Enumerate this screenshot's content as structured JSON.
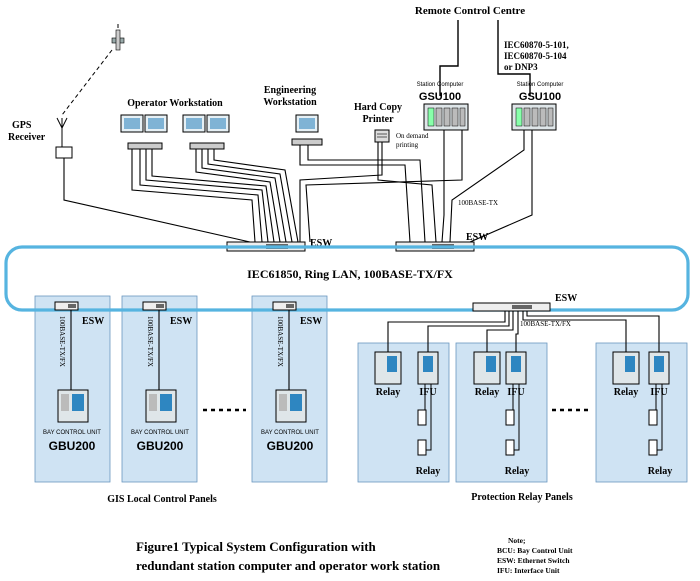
{
  "top": {
    "remote_control_centre": "Remote Control Centre",
    "protocols": [
      "IEC60870-5-101,",
      "IEC60870-5-104",
      "or DNP3"
    ]
  },
  "gps": {
    "label_line1": "GPS",
    "label_line2": "Receiver"
  },
  "operator_workstation": "Operator Workstation",
  "engineering_workstation": {
    "line1": "Engineering",
    "line2": "Workstation"
  },
  "printer": {
    "line1": "Hard Copy",
    "line2": "Printer",
    "note1": "On demand",
    "note2": "printing"
  },
  "station_computer": {
    "caption": "Station Computer",
    "model": "GSU100"
  },
  "link_100base_tx": "100BASE-TX",
  "esw": "ESW",
  "ring_lan_label": "IEC61850, Ring LAN, 100BASE-TX/FX",
  "bay": {
    "vertical_link": "100BASE-TX/FX",
    "caption": "BAY CONTROL UNIT",
    "model": "GBU200",
    "group_label": "GIS Local Control Panels"
  },
  "protection": {
    "link": "100BASE-TX/FX",
    "relay": "Relay",
    "ifu": "IFU",
    "group_label": "Protection Relay Panels"
  },
  "figure_caption": {
    "line1": "Figure1 Typical System Configuration with",
    "line2": "redundant station computer and operator work station"
  },
  "note": {
    "title": "Note;",
    "lines": [
      "BCU: Bay Control Unit",
      "ESW: Ethernet Switch",
      "IFU: Interface Unit"
    ]
  }
}
